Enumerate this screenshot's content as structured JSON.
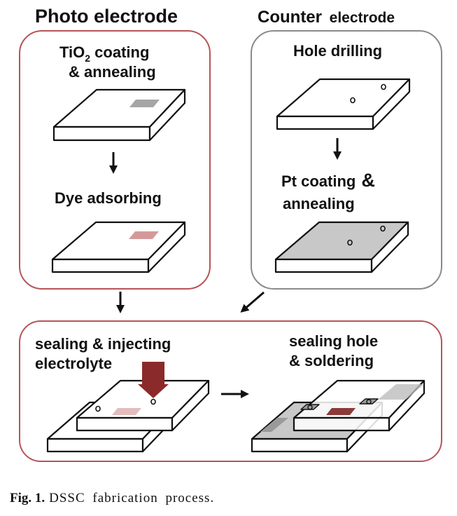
{
  "headings": {
    "photo": "Photo electrode",
    "counter_big": "Counter",
    "counter_small": "electrode"
  },
  "photo": {
    "step1_line1_prefix": "TiO",
    "step1_line1_sub": "2",
    "step1_line1_suffix": " coating",
    "step1_line2": "& annealing",
    "step2": "Dye adsorbing"
  },
  "counter": {
    "step1": "Hole drilling",
    "step2_line1": "Pt coating",
    "step2_amp": "&",
    "step2_line2": "annealing"
  },
  "assembly": {
    "left_line1": "sealing & injecting",
    "left_line2": "electrolyte",
    "right_line1": "sealing hole",
    "right_line2": "& soldering"
  },
  "caption": {
    "label": "Fig. 1.",
    "text": "DSSC fabrication process."
  },
  "colors": {
    "photo_border": "#b5555a",
    "counter_border": "#8a8a8a",
    "assembly_border": "#b5555a",
    "tio2_patch": "#a6a6a6",
    "dye_patch": "#d49a9b",
    "pt_fill": "#c8c8c8",
    "arrow_injector": "#8b2a2a",
    "solder_patch": "#8b3a3a"
  }
}
